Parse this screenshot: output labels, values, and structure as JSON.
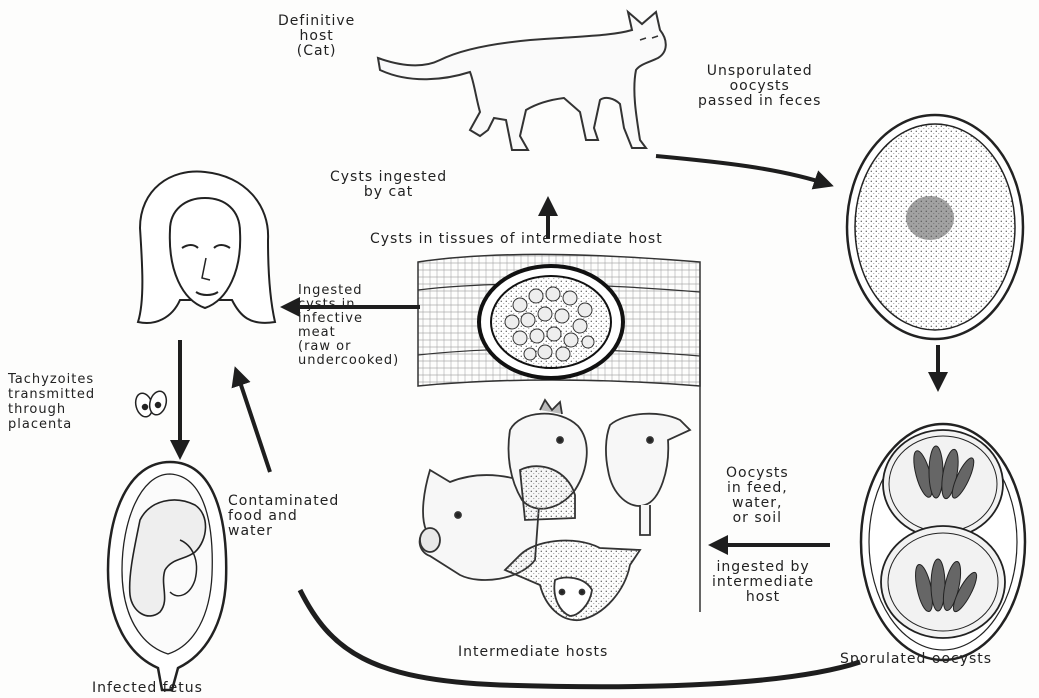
{
  "labels": {
    "definitive_host": "Definitive\nhost\n(Cat)",
    "unsporulated": "Unsporulated\noocysts\npassed in feces",
    "cysts_ingested_cat": "Cysts ingested\nby cat",
    "cysts_in_tissues": "Cysts in tissues of intermediate host",
    "ingested_cysts": "Ingested\ncysts in\ninfective\nmeat\n(raw or\nundercooked)",
    "tachyzoites": "Tachyzoites\ntransmitted\nthrough\nplacenta",
    "contaminated": "Contaminated\nfood and\nwater",
    "oocysts_feed": "Oocysts\nin feed,\nwater,\nor soil",
    "ingested_intermediate": "ingested by\nintermediate\nhost",
    "intermediate_hosts": "Intermediate hosts",
    "sporulated_oocysts": "Sporulated oocysts",
    "infected_fetus": "Infected fetus"
  },
  "colors": {
    "ink": "#1e1e1e",
    "paper": "#fdfdfc",
    "shade": "#bdbdbd"
  },
  "icons": [
    "cat-icon",
    "woman-head-icon",
    "fetus-icon",
    "tissue-cyst-icon",
    "intermediate-hosts-icon",
    "unsporulated-oocyst-icon",
    "sporulated-oocyst-icon",
    "tachyzoites-icon"
  ]
}
